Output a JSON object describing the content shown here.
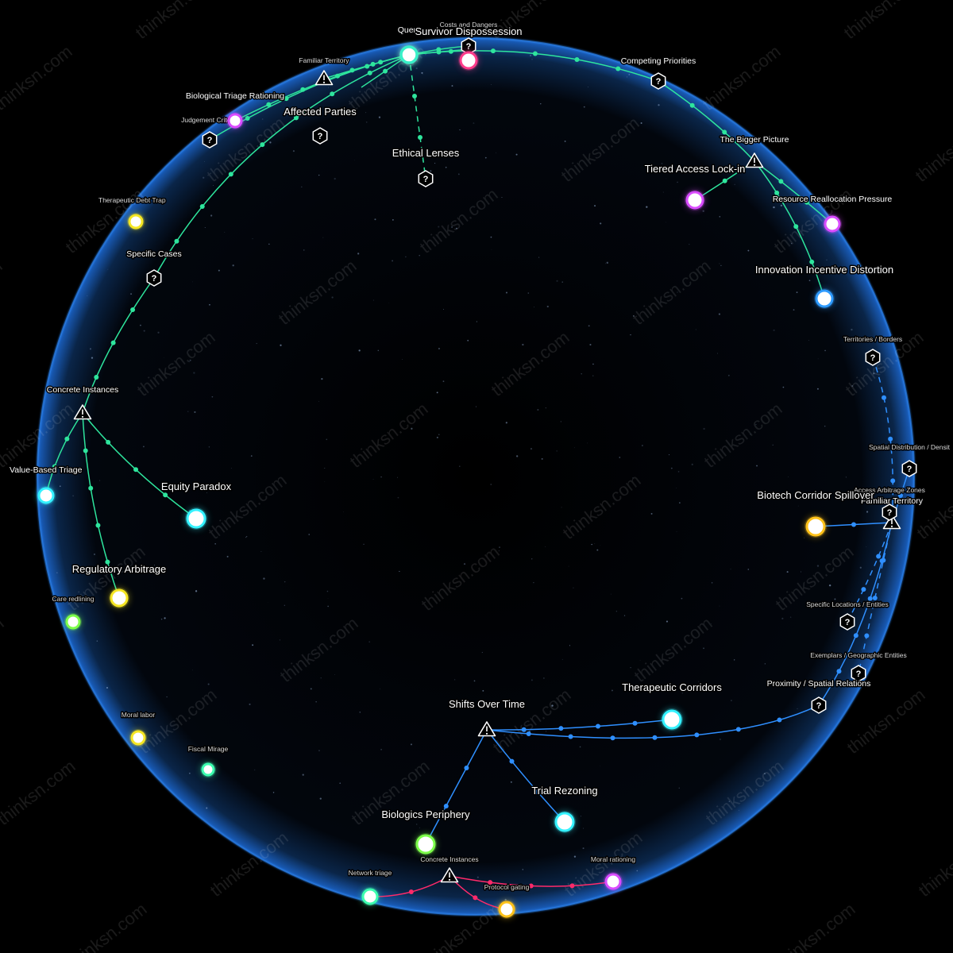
{
  "watermark": "thinksn.com",
  "colors": {
    "green": "#2ee59d",
    "blue": "#2f8fff",
    "red": "#ff2a6a",
    "globe_edge": "#1e6fd8"
  },
  "hubs": [
    {
      "id": "query",
      "label": "Query",
      "color": "#38f0c8",
      "kind": "node"
    },
    {
      "id": "concrete_instances",
      "label": "Concrete Instances",
      "kind": "warning"
    },
    {
      "id": "the_bigger_picture",
      "label": "The Bigger Picture",
      "kind": "warning"
    },
    {
      "id": "familiar_territory_top",
      "label": "Familiar Territory",
      "kind": "warning"
    },
    {
      "id": "familiar_territory_right",
      "label": "Familiar Territory",
      "kind": "warning"
    },
    {
      "id": "shifts_over_time",
      "label": "Shifts Over Time",
      "kind": "warning"
    },
    {
      "id": "concrete_instances_bottom",
      "label": "Concrete Instances",
      "kind": "warning"
    }
  ],
  "question_nodes": [
    {
      "id": "costs_and_dangers",
      "label": "Costs and Dangers"
    },
    {
      "id": "competing_priorities",
      "label": "Competing Priorities"
    },
    {
      "id": "affected_parties",
      "label": "Affected Parties"
    },
    {
      "id": "judgement_criteria",
      "label": "Judgement Criteria"
    },
    {
      "id": "ethical_lenses",
      "label": "Ethical Lenses"
    },
    {
      "id": "specific_cases",
      "label": "Specific Cases"
    },
    {
      "id": "territories_borders",
      "label": "Territories / Borders"
    },
    {
      "id": "spatial_distribution",
      "label": "Spatial Distribution / Densit"
    },
    {
      "id": "access_arbitrage_zones",
      "label": "Access Arbitrage Zones"
    },
    {
      "id": "specific_locations",
      "label": "Specific Locations / Entities"
    },
    {
      "id": "exemplars_geographic",
      "label": "Exemplars / Geographic Entities"
    },
    {
      "id": "proximity_spatial",
      "label": "Proximity / Spatial Relations"
    }
  ],
  "nodes": [
    {
      "id": "survivor_dispossession",
      "label": "Survivor Dispossession",
      "color": "#ff3b8a"
    },
    {
      "id": "biological_triage_rationing",
      "label": "Biological Triage Rationing",
      "color": "#d94cff"
    },
    {
      "id": "therapeutic_debt_trap",
      "label": "Therapeutic Debt Trap",
      "color": "#f5e623"
    },
    {
      "id": "value_based_triage",
      "label": "Value-Based Triage",
      "color": "#35f2ff"
    },
    {
      "id": "equity_paradox",
      "label": "Equity Paradox",
      "color": "#35f2ff"
    },
    {
      "id": "regulatory_arbitrage",
      "label": "Regulatory Arbitrage",
      "color": "#f5e623"
    },
    {
      "id": "care_redlining",
      "label": "Care redlining",
      "color": "#7dff4a"
    },
    {
      "id": "moral_labor",
      "label": "Moral labor",
      "color": "#f5e623"
    },
    {
      "id": "fiscal_mirage",
      "label": "Fiscal Mirage",
      "color": "#3dffb0"
    },
    {
      "id": "tiered_access_lock_in",
      "label": "Tiered Access Lock-in",
      "color": "#d94cff"
    },
    {
      "id": "resource_reallocation_pressure",
      "label": "Resource Reallocation Pressure",
      "color": "#d94cff"
    },
    {
      "id": "innovation_incentive_distortion",
      "label": "Innovation Incentive Distortion",
      "color": "#2f9bff"
    },
    {
      "id": "biotech_corridor_spillover",
      "label": "Biotech Corridor Spillover",
      "color": "#ffc21a"
    },
    {
      "id": "therapeutic_corridors",
      "label": "Therapeutic Corridors",
      "color": "#35f2ff"
    },
    {
      "id": "trial_rezoning",
      "label": "Trial Rezoning",
      "color": "#35f2ff"
    },
    {
      "id": "biologics_periphery",
      "label": "Biologics Periphery",
      "color": "#7dff4a"
    },
    {
      "id": "network_triage",
      "label": "Network triage",
      "color": "#3dffb0"
    },
    {
      "id": "protocol_gating",
      "label": "Protocol gating",
      "color": "#ffc21a"
    },
    {
      "id": "moral_rationing",
      "label": "Moral rationing",
      "color": "#d94cff"
    }
  ]
}
